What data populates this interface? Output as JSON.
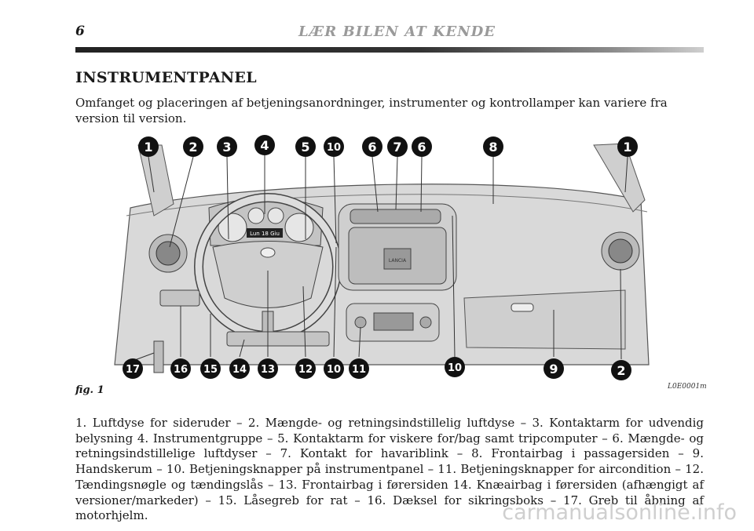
{
  "header": {
    "page_number": "6",
    "running_title": "LÆR BILEN AT KENDE"
  },
  "section": {
    "title": "INSTRUMENTPANEL",
    "intro": "Omfanget og placeringen af betjeningsanordninger, instrumenter og kontrollamper kan variere fra version til version."
  },
  "figure": {
    "caption": "fig. 1",
    "code": "L0E0001m",
    "display_text": "Lun 18 Giu",
    "badge": "LANCIA",
    "callouts_top": [
      "1",
      "2",
      "3",
      "4",
      "5",
      "10",
      "6",
      "7",
      "6",
      "8",
      "1"
    ],
    "callouts_bottom": [
      "17",
      "16",
      "15",
      "14",
      "13",
      "12",
      "10",
      "11",
      "10",
      "9",
      "2"
    ]
  },
  "legend": "1. Luftdyse for sideruder – 2. Mængde- og retningsindstillelig luftdyse – 3. Kontaktarm for udvendig belysning 4. Instrumentgruppe – 5. Kontaktarm for viskere for/bag samt tripcomputer – 6. Mængde- og retningsindstillelige luftdyser – 7. Kontakt for havariblink – 8. Frontairbag i passagersiden – 9. Handskerum – 10. Betjeningsknapper på instrumentpanel – 11. Betjeningsknapper for aircondition – 12. Tændingsnøgle og tændingslås – 13. Frontairbag i førersiden 14. Knæairbag i førersiden (afhængigt af versioner/markeder) – 15. Låsegreb for rat – 16. Dæksel for sikringsboks – 17. Greb til åbning af motorhjelm.",
  "watermark": "carmanualsonline.info"
}
